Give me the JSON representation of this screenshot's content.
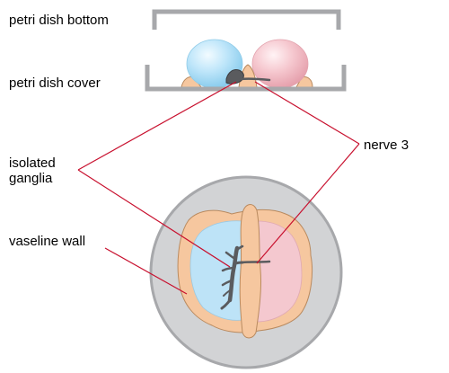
{
  "labels": {
    "petri_dish_bottom": "petri dish bottom",
    "petri_dish_cover": "petri dish cover",
    "isolated_ganglia_line1": "isolated",
    "isolated_ganglia_line2": "ganglia",
    "vaseline_wall": "vaseline wall",
    "nerve_3": "nerve 3"
  },
  "colors": {
    "dish_frame": "#a7a8ab",
    "dish_outer_fill": "#d2d3d5",
    "blue_chamber": "#bde3f7",
    "pink_chamber": "#f4c8cf",
    "vaseline": "#f6c79f",
    "vaseline_outline": "#b98a5f",
    "ganglia": "#5a5b5e",
    "leader_lines": "#c8102e"
  }
}
